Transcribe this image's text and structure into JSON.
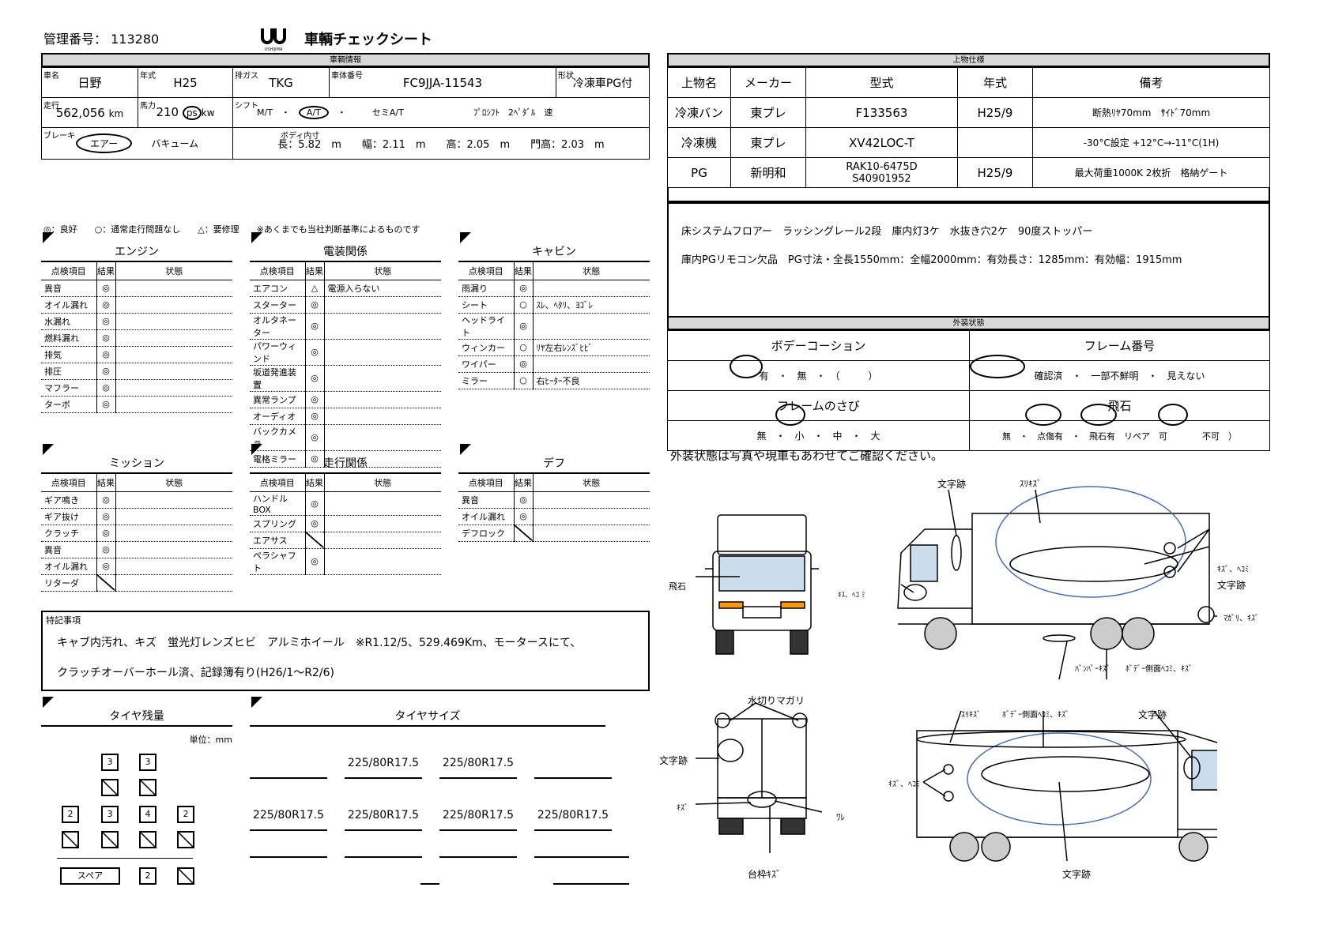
{
  "header": {
    "mgmt_label": "管理番号：",
    "mgmt_no": "113280",
    "logo_text": "USHIJIMA",
    "title": "車輌チェックシート"
  },
  "vehicle": {
    "section": "車輌情報",
    "labels": {
      "maker": "車名",
      "year": "年式",
      "emission": "排ガス",
      "body_no": "車体番号",
      "shape": "形状",
      "mileage": "走行",
      "power": "馬力",
      "shift": "シフト",
      "brake": "ブレーキ",
      "interior": "ボディ内寸"
    },
    "maker": "日野",
    "year": "H25",
    "emission": "TKG",
    "body_no": "FC9JJA-11543",
    "shape": "冷凍車PG付",
    "mileage": "562,056",
    "mileage_unit": "km",
    "power": "210",
    "ps": "ps",
    "kw": "kw",
    "shift_mt": "M/T",
    "shift_at": "A/T",
    "shift_semi": "セミA/T",
    "shift_pro": "ﾌﾟﾛｼﾌﾄ",
    "shift_pedal": "2ﾍﾟﾀﾞﾙ",
    "shift_speed": "速",
    "dot": "・",
    "brake_air": "エアー",
    "brake_vac": "バキューム",
    "interior": "長：5.82　m　　幅：2.11　m　　高：2.05　m　　門高：2.03　m"
  },
  "upper": {
    "section": "上物仕様",
    "headers": [
      "上物名",
      "メーカー",
      "型式",
      "年式",
      "備考"
    ],
    "rows": [
      {
        "name": "冷凍バン",
        "maker": "東プレ",
        "model": "F133563",
        "year": "H25/9",
        "note": "断熱ﾘﾔ70mm　ｻｲﾄﾞ70mm"
      },
      {
        "name": "冷凍機",
        "maker": "東プレ",
        "model": "XV42LOC-T",
        "year": "",
        "note": "-30°C設定 +12°C→-11°C(1H)"
      },
      {
        "name": "PG",
        "maker": "新明和",
        "model": "RAK10-6475D S40901952",
        "year": "H25/9",
        "note": "最大荷重1000K 2枚折　格納ゲート"
      }
    ],
    "notes1": "床システムフロアー　ラッシングレール2段　庫内灯3ケ　水抜き穴2ケ　90度ストッパー",
    "notes2": "庫内PGリモコン欠品　PG寸法・全長1550mm：全幅2000mm：有効長さ：1285mm：有効幅：1915mm"
  },
  "exterior": {
    "section": "外装状態",
    "coating": "ボデーコーション",
    "frame": "フレーム番号",
    "rust": "フレームのさび",
    "chip": "飛石",
    "coating_vals": "有　・　無　・　（　　　）",
    "frame_vals": "確認済　・　一部不鮮明　・　見えない",
    "rust_vals": "無　・　小　・　中　・　大",
    "chip_vals": "無　・　点傷有　・　飛石有　リペア　可　　　　不可　）",
    "notice": "外装状態は写真や現車もあわせてご確認ください。"
  },
  "legend": "◎：良好　　○：通常走行問題なし　　△：要修理　　※あくまでも当社判断基準によるものです",
  "col_headers": {
    "item": "点検項目",
    "result": "結果",
    "state": "状態"
  },
  "engine": {
    "title": "エンジン",
    "items": [
      [
        "異音",
        "◎",
        ""
      ],
      [
        "オイル漏れ",
        "◎",
        ""
      ],
      [
        "水漏れ",
        "◎",
        ""
      ],
      [
        "燃料漏れ",
        "◎",
        ""
      ],
      [
        "排気",
        "◎",
        ""
      ],
      [
        "排圧",
        "◎",
        ""
      ],
      [
        "マフラー",
        "◎",
        ""
      ],
      [
        "ターボ",
        "◎",
        ""
      ]
    ]
  },
  "electric": {
    "title": "電装関係",
    "items": [
      [
        "エアコン",
        "△",
        "電源入らない"
      ],
      [
        "スターター",
        "◎",
        ""
      ],
      [
        "オルタネーター",
        "◎",
        ""
      ],
      [
        "パワーウィンド",
        "◎",
        ""
      ],
      [
        "坂道発進装置",
        "◎",
        ""
      ],
      [
        "異常ランプ",
        "◎",
        ""
      ],
      [
        "オーディオ",
        "◎",
        ""
      ],
      [
        "バックカメラ",
        "◎",
        ""
      ],
      [
        "電格ミラー",
        "◎",
        ""
      ]
    ]
  },
  "cabin": {
    "title": "キャビン",
    "items": [
      [
        "雨漏り",
        "◎",
        ""
      ],
      [
        "シート",
        "○",
        "ｽﾚ、ﾍﾀﾘ、ﾖｺﾞﾚ"
      ],
      [
        "ヘッドライト",
        "◎",
        ""
      ],
      [
        "ウィンカー",
        "○",
        "ﾘﾔ左右ﾚﾝｽﾞﾋﾋﾞ"
      ],
      [
        "ワイパー",
        "◎",
        ""
      ],
      [
        "ミラー",
        "○",
        "右ﾋｰﾀｰ不良"
      ]
    ]
  },
  "mission": {
    "title": "ミッション",
    "items": [
      [
        "ギア鳴き",
        "◎",
        ""
      ],
      [
        "ギア抜け",
        "◎",
        ""
      ],
      [
        "クラッチ",
        "◎",
        ""
      ],
      [
        "異音",
        "◎",
        ""
      ],
      [
        "オイル漏れ",
        "◎",
        ""
      ],
      [
        "リターダ",
        "",
        ""
      ]
    ]
  },
  "drive": {
    "title": "走行関係",
    "items": [
      [
        "ハンドルBOX",
        "◎",
        ""
      ],
      [
        "スプリング",
        "◎",
        ""
      ],
      [
        "エアサス",
        "",
        ""
      ],
      [
        "ペラシャフト",
        "◎",
        ""
      ]
    ]
  },
  "diff": {
    "title": "デフ",
    "items": [
      [
        "異音",
        "◎",
        ""
      ],
      [
        "オイル漏れ",
        "◎",
        ""
      ],
      [
        "デフロック",
        "",
        ""
      ]
    ]
  },
  "special": {
    "title": "特記事項",
    "line1": "キャブ内汚れ、キズ　蛍光灯レンズヒビ　アルミホイール　※R1.12/5、529.469Km、モータースにて、",
    "line2": "クラッチオーバーホール済、記録簿有り(H26/1～R2/6)"
  },
  "tires": {
    "remain_title": "タイヤ残量",
    "unit": "単位：mm",
    "size_title": "タイヤサイズ",
    "spare": "スペア",
    "row1": [
      "3",
      "3"
    ],
    "row3": [
      "2",
      "3",
      "4",
      "2"
    ],
    "spare_val": "2",
    "size": "225/80R17.5"
  },
  "diagram": {
    "moji": "文字跡",
    "suri": "ｽﾘｷｽﾞ",
    "kizu_hekomi": "ｷｽﾞ、ﾍｺﾐ",
    "moji2": "文字跡",
    "magari": "ﾏｶﾞﾘ、ｷｽﾞ",
    "hiseki": "飛石",
    "kizu_cab": "ｷｽ、ﾍｺ ﾐ",
    "bumper": "ﾊﾞﾝﾊﾟｰｷｽﾞ",
    "body_side": "ﾎﾞﾃﾞｰ側面ﾍｺﾐ、ｷｽﾞ",
    "mizukiri": "水切りマガリ",
    "moji_rear": "文字跡",
    "kizu_rear": "ｷｽﾞ",
    "wa": "ﾜﾚ",
    "daiwaku": "台枠ｷｽﾞ",
    "suri2": "ｽﾘｷｽﾞ",
    "body_side2": "ﾎﾞﾃﾞｰ側面ﾍｺﾐ、ｷｽﾞ",
    "moji_r": "文字跡",
    "kizu_h2": "ｷｽﾞ、ﾍｺﾐ",
    "moji_b": "文字跡"
  }
}
